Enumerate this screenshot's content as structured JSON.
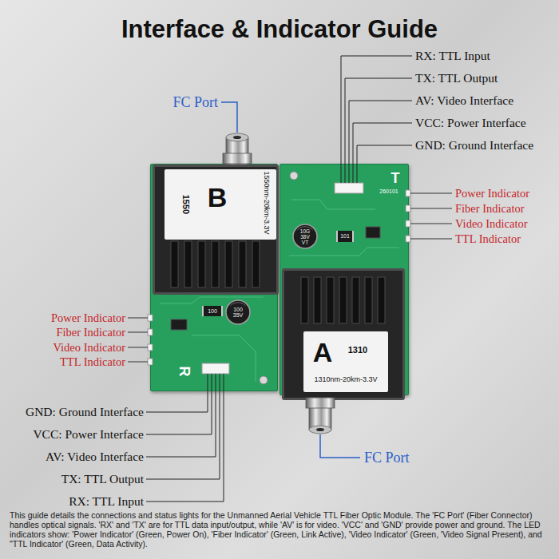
{
  "diagram": {
    "title": "Interface & Indicator Guide",
    "caption": "This guide details the connections and status lights for the Unmanned Aerial Vehicle TTL Fiber Optic Module. The 'FC Port' (Fiber Connector) handles optical signals. 'RX' and 'TX' are for TTL data input/output, while 'AV' is for video. 'VCC' and 'GND' provide power and ground. The LED indicators show: 'Power Indicator' (Green, Power On), 'Fiber Indicator' (Green, Link Active), 'Video Indicator' (Green, 'Video Signal Present), and \"TTL Indicator' (Green, Data Activity).",
    "nodes": [
      {
        "text": [
          "R"
        ]
      },
      {
        "text": [
          "1550nm-20km-3.3V",
          "B",
          "1550"
        ],
        "in": 0
      },
      {
        "text": [
          "100"
        ],
        "in": 0
      },
      {
        "text": [
          "100 35V"
        ],
        "in": 0
      },
      {
        "text": [
          "T",
          "260101"
        ]
      },
      {
        "text": [
          "10G 38V VT"
        ],
        "in": 4
      },
      {
        "text": [
          "101"
        ],
        "in": 4
      },
      {
        "text": [
          "A",
          "1310",
          "1310nm-20km-3.3V"
        ],
        "in": 4
      }
    ],
    "labels": [
      "FC Port",
      "RX: TTL Input",
      "TX: TTL Output",
      "AV: Video Interface",
      "VCC: Power Interface",
      "GND: Ground Interface",
      "Power Indicator",
      "Fiber Indicator",
      "Video Indicator",
      "TTL Indicator",
      "Power Indicator",
      "Fiber Indicator",
      "Video Indicator",
      "TTL Indicator",
      "GND: Ground Interface",
      "VCC: Power Interface",
      "AV: Video Interface",
      "TX: TTL Output",
      "RX: TTL Input",
      "FC Port"
    ]
  }
}
